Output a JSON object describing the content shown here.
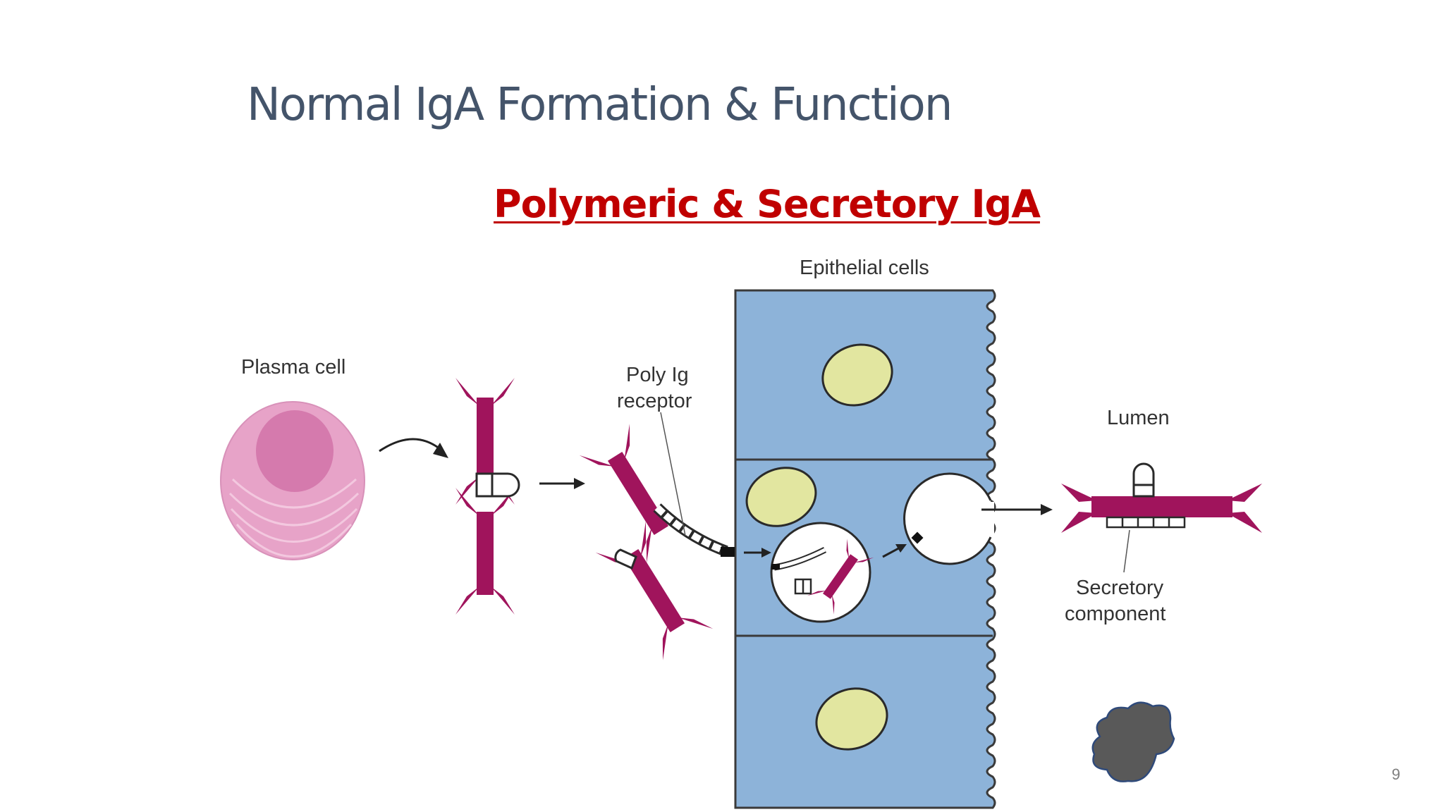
{
  "slide": {
    "title": "Normal IgA Formation & Function",
    "subtitle": "Polymeric & Secretory IgA",
    "page_number": "9"
  },
  "diagram": {
    "labels": {
      "plasma_cell": "Plasma cell",
      "poly_ig_receptor_line1": "Poly Ig",
      "poly_ig_receptor_line2": "receptor",
      "epithelial_cells": "Epithelial cells",
      "lumen": "Lumen",
      "secretory_component_line1": "Secretory",
      "secretory_component_line2": "component"
    },
    "colors": {
      "title": "#44546a",
      "subtitle": "#c00000",
      "epithelium": "#8db3d9",
      "nucleus": "#e2e6a0",
      "antibody": "#a0145c",
      "plasma_cell": "#e7a3c8",
      "plasma_nucleus": "#d57aad",
      "blob": "#595959"
    }
  }
}
